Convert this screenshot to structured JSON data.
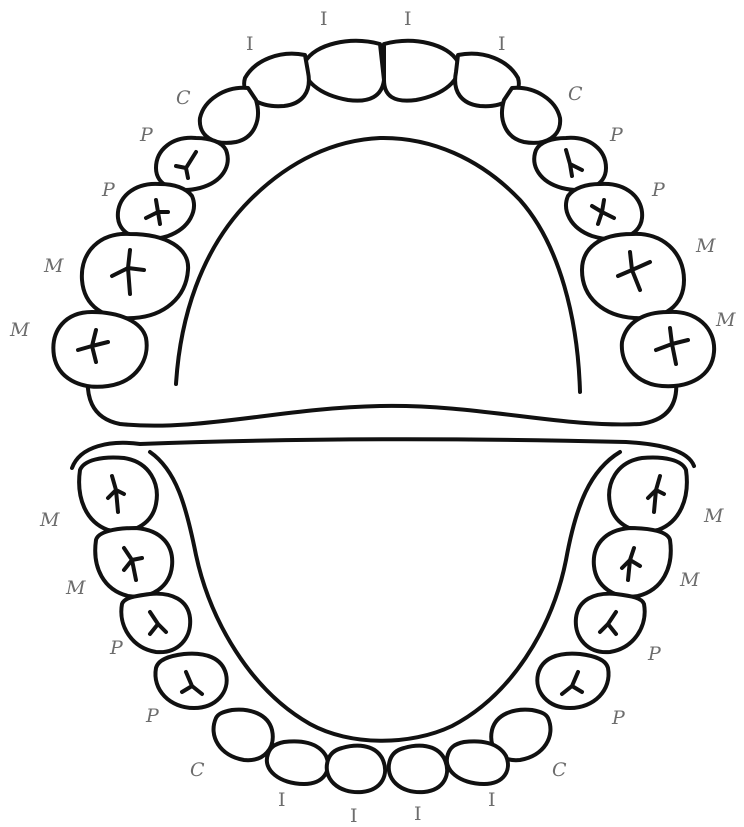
{
  "upper_arch": {
    "labels": [
      {
        "id": "u-i-1",
        "text": "I"
      },
      {
        "id": "u-i-2",
        "text": "I"
      },
      {
        "id": "u-i-3",
        "text": "I"
      },
      {
        "id": "u-i-4",
        "text": "I"
      },
      {
        "id": "u-c-l",
        "text": "C"
      },
      {
        "id": "u-c-r",
        "text": "C"
      },
      {
        "id": "u-p1-l",
        "text": "P"
      },
      {
        "id": "u-p2-l",
        "text": "P"
      },
      {
        "id": "u-p1-r",
        "text": "P"
      },
      {
        "id": "u-p2-r",
        "text": "P"
      },
      {
        "id": "u-m1-l",
        "text": "M"
      },
      {
        "id": "u-m2-l",
        "text": "M"
      },
      {
        "id": "u-m1-r",
        "text": "M"
      },
      {
        "id": "u-m2-r",
        "text": "M"
      }
    ]
  },
  "lower_arch": {
    "labels": [
      {
        "id": "l-m1-l",
        "text": "M"
      },
      {
        "id": "l-m2-l",
        "text": "M"
      },
      {
        "id": "l-m1-r",
        "text": "M"
      },
      {
        "id": "l-m2-r",
        "text": "M"
      },
      {
        "id": "l-p1-l",
        "text": "P"
      },
      {
        "id": "l-p2-l",
        "text": "P"
      },
      {
        "id": "l-p1-r",
        "text": "P"
      },
      {
        "id": "l-p2-r",
        "text": "P"
      },
      {
        "id": "l-c-l",
        "text": "C"
      },
      {
        "id": "l-c-r",
        "text": "C"
      },
      {
        "id": "l-i-1",
        "text": "I"
      },
      {
        "id": "l-i-2",
        "text": "I"
      },
      {
        "id": "l-i-3",
        "text": "I"
      },
      {
        "id": "l-i-4",
        "text": "I"
      }
    ]
  }
}
